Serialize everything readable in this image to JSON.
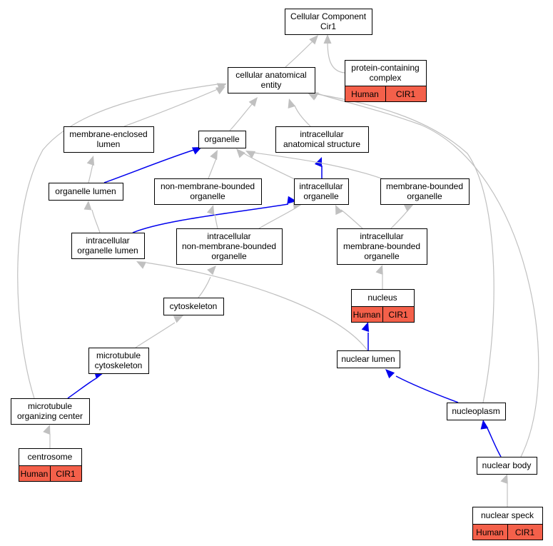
{
  "nodes": {
    "root": {
      "lines": [
        "Cellular Component",
        "Cir1"
      ]
    },
    "pcc": {
      "lines": [
        "protein-containing",
        "complex"
      ],
      "annotation": [
        "Human",
        "CIR1"
      ]
    },
    "cae": {
      "lines": [
        "cellular anatomical",
        "entity"
      ]
    },
    "mel": {
      "lines": [
        "membrane-enclosed",
        "lumen"
      ]
    },
    "org": {
      "lines": [
        "organelle"
      ]
    },
    "ias": {
      "lines": [
        "intracellular",
        "anatomical structure"
      ]
    },
    "orgl": {
      "lines": [
        "organelle lumen"
      ]
    },
    "nmbo": {
      "lines": [
        "non-membrane-bounded",
        "organelle"
      ]
    },
    "io": {
      "lines": [
        "intracellular",
        "organelle"
      ]
    },
    "mbo": {
      "lines": [
        "membrane-bounded",
        "organelle"
      ]
    },
    "iol": {
      "lines": [
        "intracellular",
        "organelle lumen"
      ]
    },
    "inmbo": {
      "lines": [
        "intracellular",
        "non-membrane-bounded",
        "organelle"
      ]
    },
    "imbo": {
      "lines": [
        "intracellular",
        "membrane-bounded",
        "organelle"
      ]
    },
    "nuc": {
      "lines": [
        "nucleus"
      ],
      "annotation": [
        "Human",
        "CIR1"
      ]
    },
    "cyto": {
      "lines": [
        "cytoskeleton"
      ]
    },
    "mtc": {
      "lines": [
        "microtubule",
        "cytoskeleton"
      ]
    },
    "nl": {
      "lines": [
        "nuclear lumen"
      ]
    },
    "mtoc": {
      "lines": [
        "microtubule",
        "organizing center"
      ]
    },
    "np": {
      "lines": [
        "nucleoplasm"
      ]
    },
    "cent": {
      "lines": [
        "centrosome"
      ],
      "annotation": [
        "Human",
        "CIR1"
      ]
    },
    "nb": {
      "lines": [
        "nuclear body"
      ]
    },
    "ns": {
      "lines": [
        "nuclear speck"
      ],
      "annotation": [
        "Human",
        "CIR1"
      ]
    }
  },
  "edges": [
    {
      "from": "pcc",
      "to": "root",
      "kind": "is_a"
    },
    {
      "from": "cae",
      "to": "root",
      "kind": "is_a"
    },
    {
      "from": "mel",
      "to": "cae",
      "kind": "is_a"
    },
    {
      "from": "org",
      "to": "cae",
      "kind": "is_a"
    },
    {
      "from": "ias",
      "to": "cae",
      "kind": "is_a"
    },
    {
      "from": "orgl",
      "to": "mel",
      "kind": "is_a"
    },
    {
      "from": "orgl",
      "to": "org",
      "kind": "part_of"
    },
    {
      "from": "nmbo",
      "to": "org",
      "kind": "is_a"
    },
    {
      "from": "io",
      "to": "org",
      "kind": "is_a"
    },
    {
      "from": "io",
      "to": "ias",
      "kind": "part_of"
    },
    {
      "from": "mbo",
      "to": "org",
      "kind": "is_a"
    },
    {
      "from": "iol",
      "to": "orgl",
      "kind": "is_a"
    },
    {
      "from": "iol",
      "to": "io",
      "kind": "part_of"
    },
    {
      "from": "inmbo",
      "to": "nmbo",
      "kind": "is_a"
    },
    {
      "from": "inmbo",
      "to": "io",
      "kind": "is_a"
    },
    {
      "from": "imbo",
      "to": "io",
      "kind": "is_a"
    },
    {
      "from": "imbo",
      "to": "mbo",
      "kind": "is_a"
    },
    {
      "from": "nuc",
      "to": "imbo",
      "kind": "is_a"
    },
    {
      "from": "cyto",
      "to": "inmbo",
      "kind": "is_a"
    },
    {
      "from": "mtc",
      "to": "cyto",
      "kind": "is_a"
    },
    {
      "from": "nl",
      "to": "nuc",
      "kind": "part_of"
    },
    {
      "from": "nl",
      "to": "iol",
      "kind": "is_a"
    },
    {
      "from": "mtoc",
      "to": "mtc",
      "kind": "part_of"
    },
    {
      "from": "mtoc",
      "to": "cae",
      "kind": "is_a"
    },
    {
      "from": "np",
      "to": "nl",
      "kind": "part_of"
    },
    {
      "from": "np",
      "to": "cae",
      "kind": "is_a"
    },
    {
      "from": "cent",
      "to": "mtoc",
      "kind": "is_a"
    },
    {
      "from": "nb",
      "to": "np",
      "kind": "part_of"
    },
    {
      "from": "nb",
      "to": "cae",
      "kind": "is_a"
    },
    {
      "from": "ns",
      "to": "nb",
      "kind": "is_a"
    }
  ],
  "colors": {
    "part_of": "#0000ee",
    "is_a": "#c0c0c0",
    "annotation": "#f4604a"
  }
}
